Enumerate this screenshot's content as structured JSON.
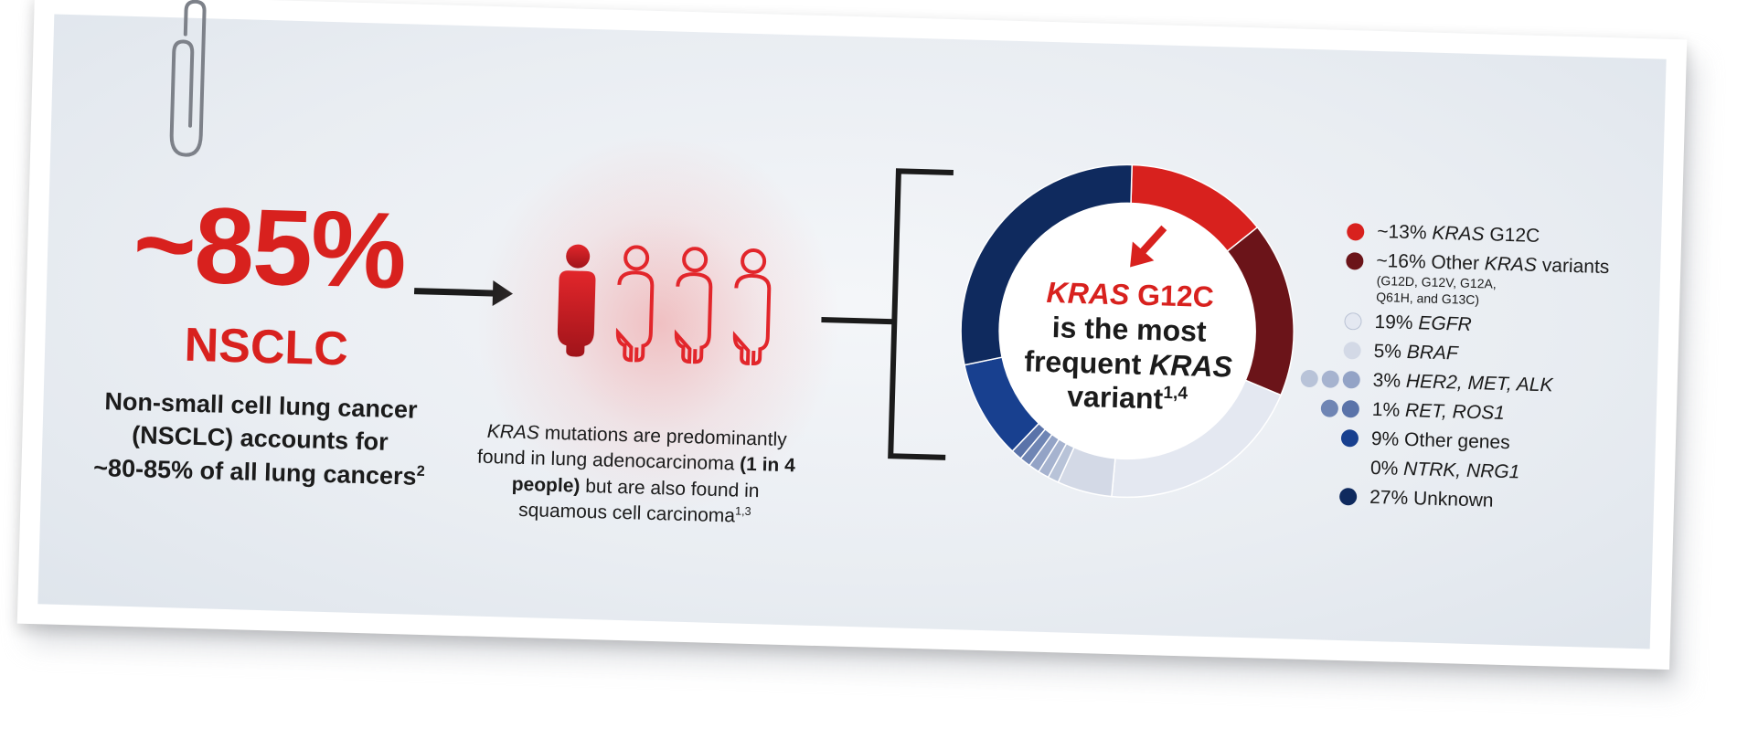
{
  "colors": {
    "accent_red": "#d8211e",
    "dark_red": "#6b1419",
    "navy": "#0f2a5e",
    "blue": "#18408f",
    "light_gray_blue": "#e4e8f1"
  },
  "left": {
    "big_percent": "~85%",
    "big_label": "NSCLC",
    "desc_line1": "Non-small cell lung cancer",
    "desc_line2": "(NSCLC) accounts for",
    "desc_line3": "~80-85% of all lung cancers",
    "desc_sup": "2"
  },
  "middle": {
    "icons": [
      "person-filled-icon",
      "person-outline-icon",
      "person-outline-icon",
      "person-outline-icon"
    ],
    "desc_kras": "KRAS",
    "desc_p1": " mutations are predominantly found in lung adenocarcinoma ",
    "desc_bold": "(1 in 4 people)",
    "desc_p2": " but are also found in squamous cell carcinoma",
    "desc_sup": "1,3"
  },
  "donut_center": {
    "kras": "KRAS",
    "g12c": " G12C",
    "line2": "is the most",
    "line3a": "frequent ",
    "line3b": "KRAS",
    "line4": "variant",
    "sup": "1,4"
  },
  "chart_data": {
    "type": "pie",
    "values_unit": "%",
    "slices": [
      {
        "value": 13,
        "color": "#d8211e"
      },
      {
        "value": 16,
        "color": "#6b1419"
      },
      {
        "value": 19,
        "color": "#e4e8f1"
      },
      {
        "value": 5,
        "color": "#d3d9e6"
      },
      {
        "value": 1,
        "color": "#b8c3d8"
      },
      {
        "value": 1,
        "color": "#a6b3cf"
      },
      {
        "value": 1,
        "color": "#93a3c6"
      },
      {
        "value": 1,
        "color": "#6f85b4"
      },
      {
        "value": 1,
        "color": "#5a73a9"
      },
      {
        "value": 9,
        "color": "#18408f"
      },
      {
        "value": 27,
        "color": "#0f2a5e"
      }
    ],
    "legend": [
      {
        "pct": "~13% ",
        "ital": "KRAS",
        "rest": " G12C",
        "dots": [
          "#d8211e"
        ]
      },
      {
        "pct": "~16% Other ",
        "ital": "KRAS",
        "rest": " variants",
        "dots": [
          "#6b1419"
        ],
        "sub1": "(G12D, G12V, G12A,",
        "sub2": "Q61H, and G13C)"
      },
      {
        "pct": "19% ",
        "ital": "EGFR",
        "rest": "",
        "dots": [
          "#e4e8f1"
        ]
      },
      {
        "pct": "5% ",
        "ital": "BRAF",
        "rest": "",
        "dots": [
          "#d3d9e6"
        ]
      },
      {
        "pct": "3% ",
        "ital": "HER2, MET, ALK",
        "rest": "",
        "dots": [
          "#b8c3d8",
          "#a6b3cf",
          "#93a3c6"
        ]
      },
      {
        "pct": "1% ",
        "ital": "RET, ROS1",
        "rest": "",
        "dots": [
          "#6f85b4",
          "#5a73a9"
        ]
      },
      {
        "pct": "9% Other genes",
        "ital": "",
        "rest": "",
        "dots": [
          "#18408f"
        ]
      },
      {
        "pct": "0% ",
        "ital": "NTRK, NRG1",
        "rest": "",
        "dots": []
      },
      {
        "pct": "27% Unknown",
        "ital": "",
        "rest": "",
        "dots": [
          "#0f2a5e"
        ]
      }
    ]
  }
}
